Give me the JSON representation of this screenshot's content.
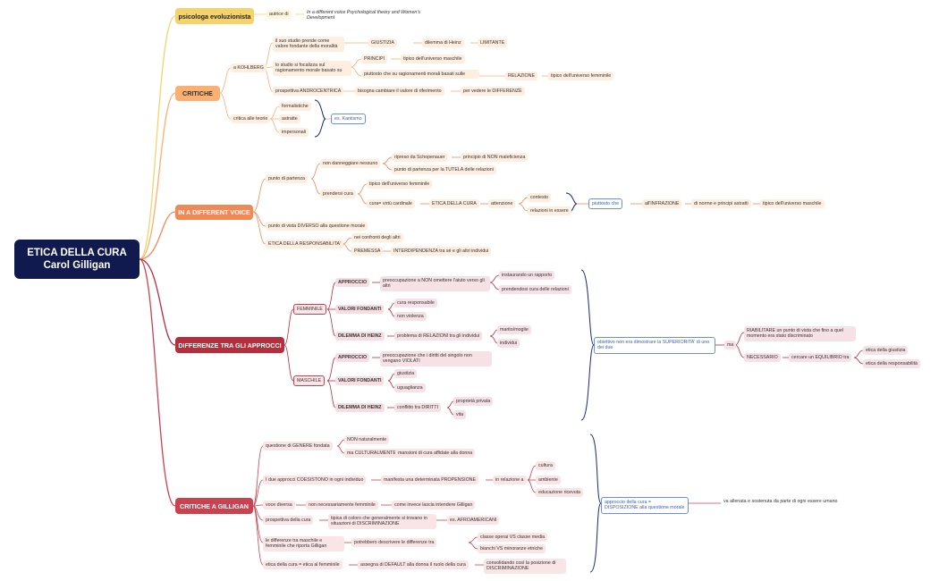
{
  "root": {
    "line1": "ETICA DELLA CURA",
    "line2": "Carol Gilligan"
  },
  "colors": {
    "root": "#101a4e",
    "yellow": "#f5d36b",
    "orange": "#f9b072",
    "orange_dark": "#f08a55",
    "red": "#b42e3c",
    "red_light": "#c9424f",
    "connector_blue": "#1a2a78"
  },
  "b1": {
    "label": "psicologa evoluzionista",
    "autrice": "autrice di",
    "book": "In a different voice Psychological theory and Women's Development"
  },
  "b2": {
    "label": "CRITICHE",
    "kohlberg": "a KOHLBERG",
    "k1": "il suo studio prende come valore fondante della moralità",
    "giustizia": "GIUSTIZIA",
    "dilemma": "dilemma di Heinz",
    "limitante": "LIMITANTE",
    "k2": "lo studio si focalizza sul ragionamento morale basato su",
    "principi": "PRINCIPI",
    "tipico_m": "tipico dell'universo maschile",
    "piuttosto": "piuttosto che su ragionamenti morali basati sulle",
    "relazione": "RELAZIONE",
    "tipico_f": "tipico dell'universo femminile",
    "prospettiva": "prospettiva ANDROCENTRICA",
    "bisogna": "bisogna cambiare il valore di riferimento",
    "per_vedere": "per vedere le DIFFERENZE",
    "critica_teorie": "critica alle teorie",
    "formalistiche": "formalistiche",
    "astratte": "astratte",
    "impersonali": "impersonali",
    "kantismo": "es. Kantismo"
  },
  "b3": {
    "label": "IN A DIFFERENT VOICE",
    "punto_partenza": "punto di partenza",
    "non_danneggiare": "non danneggiare nessuno",
    "ripreso": "ripreso da Schopenauer",
    "principio": "principio di NON maleficienza",
    "tutela": "punto di partenza per la TUTELA delle relazioni",
    "prendersi": "prendersi cura",
    "tipico_f": "tipico dell'universo femminile",
    "cura_virtu": "cura= virtù cardinale",
    "etica_cura": "ETICA DELLA CURA",
    "attenzione": "attenzione",
    "contesto": "contesto",
    "relazioni_essere": "relazioni in essere",
    "piuttosto_che": "piuttosto che",
    "infrazione": "all'INFRAZIONE",
    "di_norme": "di norme e principi astratti",
    "tipico_m": "tipico dell'universo maschile",
    "punto_vista": "punto di vista DIVERSO alla questione morale",
    "etica_resp": "ETICA DELLA RESPONSABILITA'",
    "nei_confronti": "nei confronti degli altri",
    "premessa": "PREMESSA",
    "interdipendenza": "INTERDIPENDENZA tra sé e gli altri individui"
  },
  "b4": {
    "label": "DIFFERENZE TRA GLI APPROCCI",
    "femminile": "FEMMINILE",
    "maschile": "MASCHILE",
    "approccio": "APPROCCIO",
    "valori": "VALORI FONDANTI",
    "dilemma": "DILEMMA DI HEINZ",
    "f_app": "preoccupazione a NON omettere l'aiuto verso gli altri",
    "instaurando": "instaurando un rapporto",
    "prendendosi": "prendendosi cura delle relazioni",
    "cura_resp": "cura responsabile",
    "non_violenza": "non violenza",
    "problema": "problema di RELAZIONI tra gli individui",
    "marito": "marito/moglie",
    "individui": "individui",
    "m_app": "preoccupazione che i diritti del singolo non vengano VIOLATI",
    "giustizia": "giustizia",
    "uguaglianza": "uguaglianza",
    "conflitto": "conflitto tra DIRITTI",
    "proprieta": "proprietà privata",
    "vita": "vita",
    "obiettivo": "obiettivo non era dimostrare la SUPERIORITA' di uno dei due",
    "ma": "ma",
    "riabilitare": "RIABILITARE un punto di vista che fino a quel momento era stato discriminato",
    "necessario": "NECESSARIO",
    "cercare": "cercare un EQUILIBRIO tra",
    "etica_giust": "etica della giustizia",
    "etica_resp": "etica della responsabilità"
  },
  "b5": {
    "label": "CRITICHE A GILLIGAN",
    "questione": "questione di GENERE fondata",
    "non_nat": "NON naturalmente",
    "ma_cult": "ma CULTURALMENTE",
    "mansioni": "mansioni di cura affidate alla donna",
    "coesistono": "I due approcci COESISTONO in ogni individuo",
    "manifesta": "manifesta una determinata PROPENSIONE",
    "in_relazione": "in relazione a",
    "cultura": "cultura",
    "ambiente": "ambiente",
    "educazione": "educazione ricevuta",
    "voce": "voce diversa",
    "non_nec": "non necessariamente femminile",
    "come_invece": "come invece lascia intendere Gilligan",
    "prospettiva": "prospettiva della cura",
    "tipica": "tipica di coloro che generalmente si trovano in situazioni di DISCRIMINAZIONE",
    "afro": "es. AFROAMERICANI",
    "differenze": "le differenze tra maschile e femminile che riporta Gilligan",
    "potrebbero": "potrebbero descrivere le differenze tra",
    "classe": "classe operai VS classe media",
    "bianchi": "bianchi VS minoranze etniche",
    "etica_cura": "etica della cura = etica al femminile",
    "assegna": "assegna di DEFAULT alla donna il ruolo della cura",
    "consolidando": "consolidando così la posizione di DISCRIMINAZIONE",
    "approccio": "approccio della cura = DISPOSIZIONE alla questione morale",
    "va_allenata": "va allenata e sostenuta da parte di ogni essere umano"
  }
}
